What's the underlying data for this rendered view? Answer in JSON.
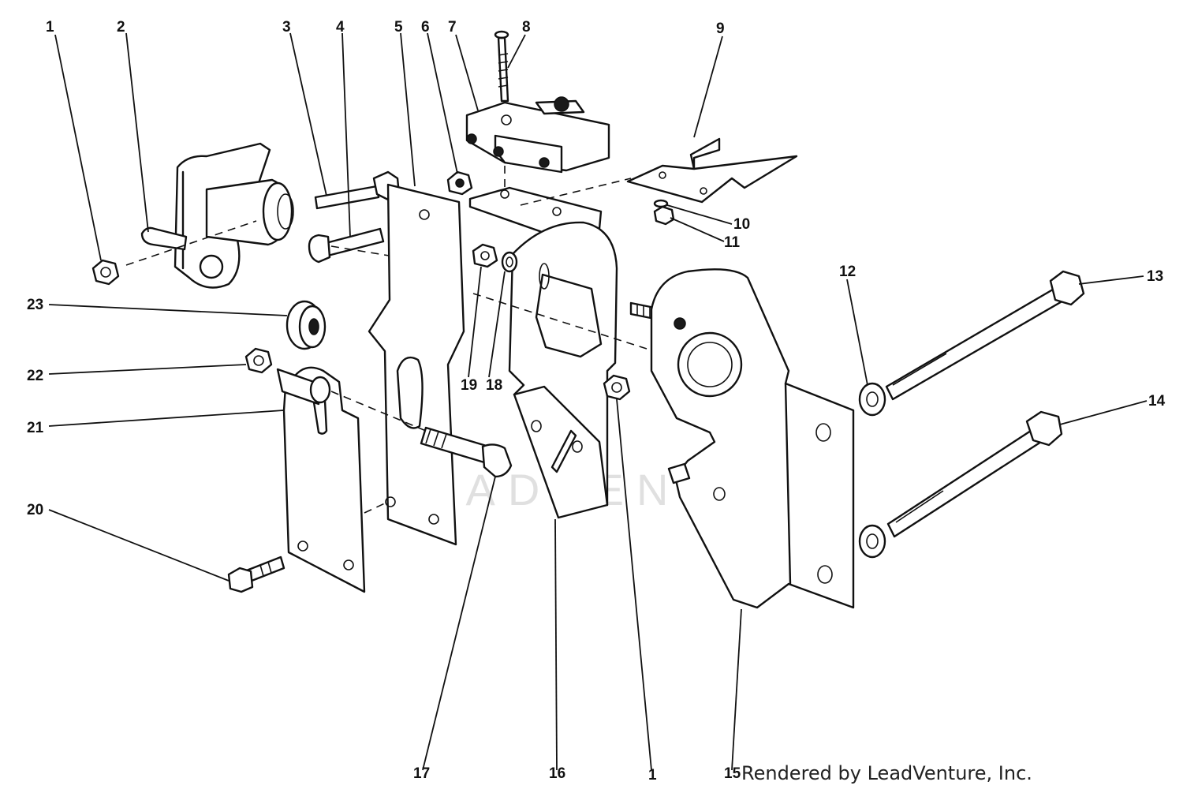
{
  "diagram": {
    "watermark": "LEADVENTURE",
    "credit": "Rendered by LeadVenture, Inc.",
    "callouts": [
      "1",
      "2",
      "3",
      "4",
      "5",
      "6",
      "7",
      "8",
      "9",
      "10",
      "11",
      "12",
      "13",
      "14",
      "15",
      "16",
      "1",
      "17",
      "18",
      "19",
      "20",
      "21",
      "22",
      "23"
    ]
  }
}
